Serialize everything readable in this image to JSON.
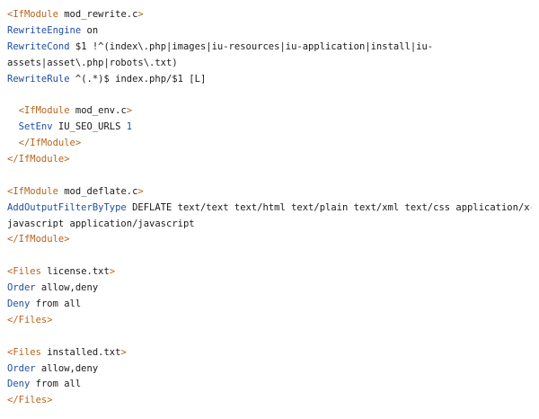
{
  "colors": {
    "background": "#ffffff",
    "text": "#1a1a1a",
    "tag": "#b5651d",
    "directive": "#1f4fa0"
  },
  "lines": [
    [
      {
        "t": "<IfModule",
        "c": "tag"
      },
      {
        "t": " mod_rewrite.c",
        "c": "txt"
      },
      {
        "t": ">",
        "c": "tag"
      }
    ],
    [
      {
        "t": "RewriteEngine",
        "c": "dir"
      },
      {
        "t": " on",
        "c": "txt"
      }
    ],
    [
      {
        "t": "RewriteCond",
        "c": "dir"
      },
      {
        "t": " $1 !^(index\\.php|images|iu-resources|iu-application|install|iu-",
        "c": "txt"
      }
    ],
    [
      {
        "t": "assets|asset\\.php|robots\\.txt)",
        "c": "txt"
      }
    ],
    [
      {
        "t": "RewriteRule",
        "c": "dir"
      },
      {
        "t": " ^(.*)$ index.php/$1 [L]",
        "c": "txt"
      }
    ],
    [],
    [
      {
        "t": "  <IfModule",
        "c": "tag"
      },
      {
        "t": " mod_env.c",
        "c": "txt"
      },
      {
        "t": ">",
        "c": "tag"
      }
    ],
    [
      {
        "t": "  SetEnv",
        "c": "dir"
      },
      {
        "t": " IU_SEO_URLS ",
        "c": "txt"
      },
      {
        "t": "1",
        "c": "num"
      }
    ],
    [
      {
        "t": "  </IfModule>",
        "c": "tag"
      }
    ],
    [
      {
        "t": "</IfModule>",
        "c": "tag"
      }
    ],
    [],
    [
      {
        "t": "<IfModule",
        "c": "tag"
      },
      {
        "t": " mod_deflate.c",
        "c": "txt"
      },
      {
        "t": ">",
        "c": "tag"
      }
    ],
    [
      {
        "t": "AddOutputFilterByType",
        "c": "dir"
      },
      {
        "t": " DEFLATE text/text text/html text/plain text/xml text/css application/x-",
        "c": "txt"
      }
    ],
    [
      {
        "t": "javascript application/javascript",
        "c": "txt"
      }
    ],
    [
      {
        "t": "</IfModule>",
        "c": "tag"
      }
    ],
    [],
    [
      {
        "t": "<Files",
        "c": "tag"
      },
      {
        "t": " license.txt",
        "c": "txt"
      },
      {
        "t": ">",
        "c": "tag"
      }
    ],
    [
      {
        "t": "Order",
        "c": "dir"
      },
      {
        "t": " allow,deny",
        "c": "txt"
      }
    ],
    [
      {
        "t": "Deny",
        "c": "dir"
      },
      {
        "t": " from all",
        "c": "txt"
      }
    ],
    [
      {
        "t": "</Files>",
        "c": "tag"
      }
    ],
    [],
    [
      {
        "t": "<Files",
        "c": "tag"
      },
      {
        "t": " installed.txt",
        "c": "txt"
      },
      {
        "t": ">",
        "c": "tag"
      }
    ],
    [
      {
        "t": "Order",
        "c": "dir"
      },
      {
        "t": " allow,deny",
        "c": "txt"
      }
    ],
    [
      {
        "t": "Deny",
        "c": "dir"
      },
      {
        "t": " from all",
        "c": "txt"
      }
    ],
    [
      {
        "t": "</Files>",
        "c": "tag"
      }
    ]
  ]
}
